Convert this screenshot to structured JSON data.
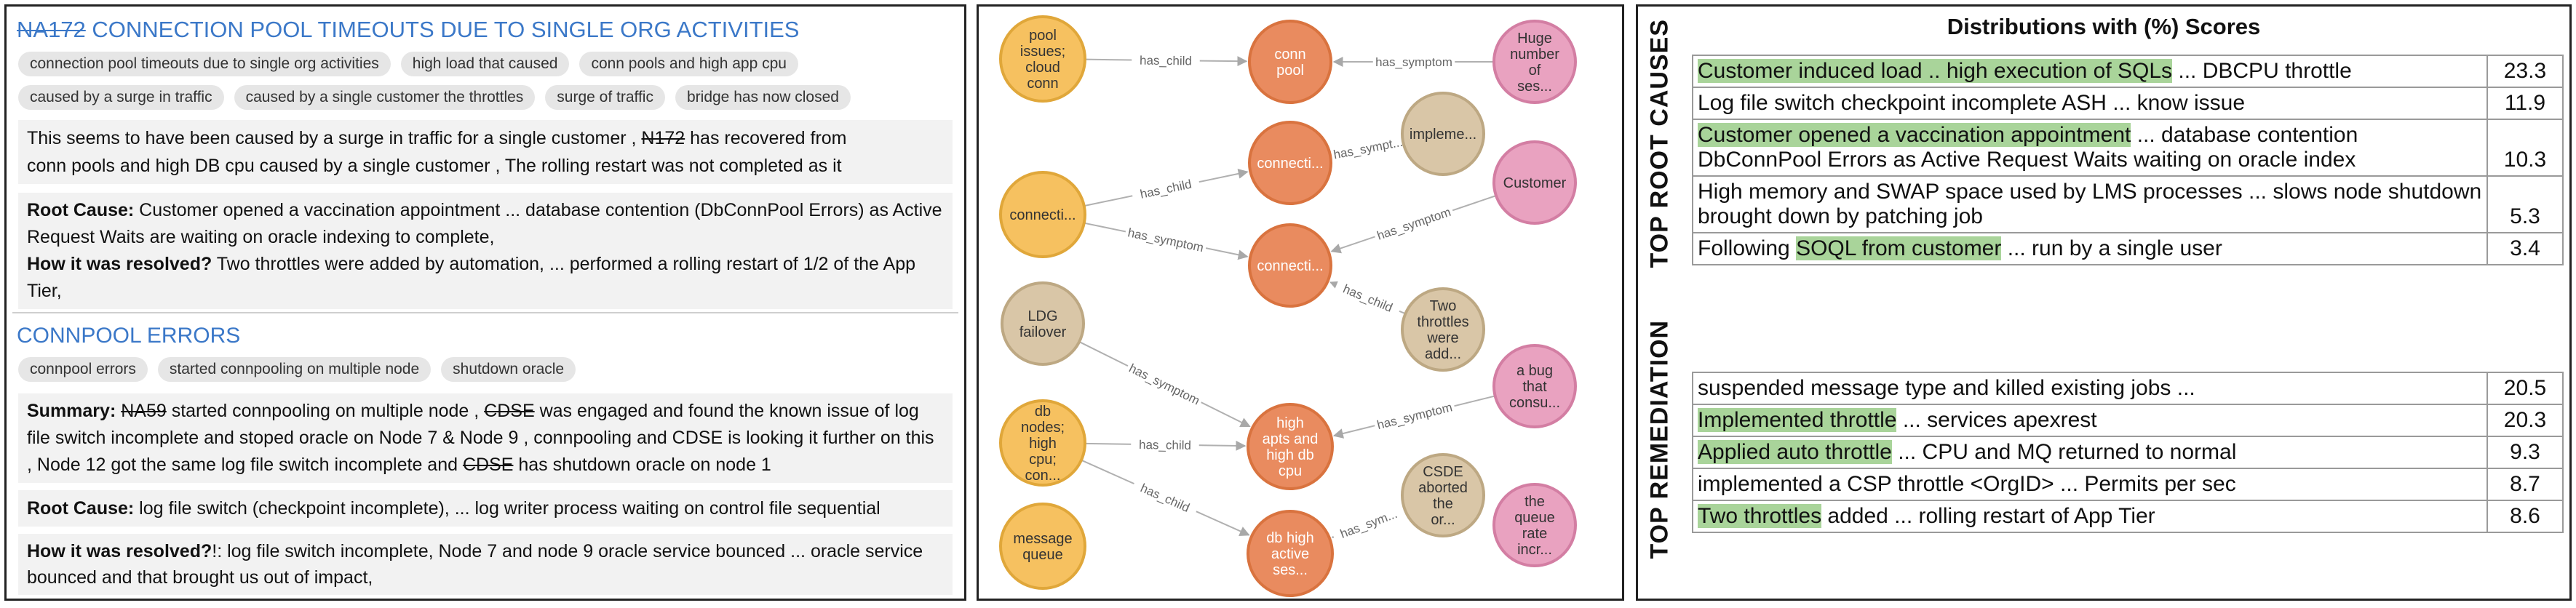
{
  "incident1": {
    "title_id": "NA172",
    "title_text": " CONNECTION POOL TIMEOUTS DUE TO SINGLE ORG ACTIVITIES",
    "tags": [
      "connection pool timeouts due to single org activities",
      "high load that caused",
      "conn pools and high app cpu",
      "caused by a surge in traffic",
      "caused by a single customer the throttles",
      "surge of traffic",
      "bridge has now closed"
    ],
    "summary_a": "This seems to have been caused by a surge in traffic for a single customer , ",
    "summary_id": "N172",
    "summary_b": " has recovered from",
    "summary_line2": "conn pools and high DB cpu caused by a single customer , The rolling restart was not completed as it",
    "root_cause_label": "Root Cause:",
    "root_cause_text": " Customer opened a vaccination appointment ... database contention (DbConnPool Errors) as Active Request Waits are waiting on oracle indexing to complete,",
    "resolved_label": "How it was resolved?",
    "resolved_text": " Two throttles were added by automation, ... performed a rolling restart of 1/2 of the App Tier,"
  },
  "incident2": {
    "title": "CONNPOOL ERRORS",
    "tags": [
      "connpool errors",
      "started connpooling on multiple node",
      "shutdown oracle"
    ],
    "summary_label": "Summary:",
    "summary_id": "NA59",
    "summary_a": " started connpooling on multiple node , ",
    "summary_redact1": "CDSE",
    "summary_b": " was engaged and found the known issue of log file switch incomplete and stoped oracle on Node 7 & Node 9 , connpooling and CDSE is looking it further on this , Node 12 got the same log file switch incomplete and ",
    "summary_redact2": "CDSE",
    "summary_c": " has shutdown oracle on node 1",
    "root_cause_label": "Root Cause:",
    "root_cause_text": " log file switch (checkpoint incomplete), ... log writer process waiting on control file sequential",
    "resolved_label": "How it was resolved?",
    "resolved_text": "!: log file switch incomplete, Node 7 and node 9 oracle service bounced ... oracle service bounced and that brought us out of impact,"
  },
  "graph": {
    "nodes": [
      {
        "label": "pool issues; cloud conn"
      },
      {
        "label": "conn pool"
      },
      {
        "label": "Huge number of ses..."
      },
      {
        "label": "connecti..."
      },
      {
        "label": "impleme..."
      },
      {
        "label": "connecti..."
      },
      {
        "label": "Customer"
      },
      {
        "label": "connecti..."
      },
      {
        "label": "LDG failover"
      },
      {
        "label": "Two throttles were add..."
      },
      {
        "label": "a bug that consu..."
      },
      {
        "label": "db nodes; high cpu; con..."
      },
      {
        "label": "high apts and high db cpu"
      },
      {
        "label": "CSDE aborted the or..."
      },
      {
        "label": "the queue rate incr..."
      },
      {
        "label": "message queue"
      },
      {
        "label": "db high active ses..."
      }
    ],
    "edges": [
      {
        "label": "has_child"
      },
      {
        "label": "has_symptom"
      },
      {
        "label": "has_sympt..."
      },
      {
        "label": "has_child"
      },
      {
        "label": "has_symptom"
      },
      {
        "label": "has_child"
      },
      {
        "label": "has_symptom"
      },
      {
        "label": "has_symptom"
      },
      {
        "label": "has_child"
      },
      {
        "label": "has_symptom"
      },
      {
        "label": "has_child"
      },
      {
        "label": "has_sym..."
      }
    ]
  },
  "distributions": {
    "title": "Distributions with (%) Scores",
    "root_causes_label": "TOP ROOT CAUSES",
    "remediation_label": "TOP REMEDIATION",
    "root_causes": [
      {
        "hl": "Customer induced load .. high execution of SQLs",
        "rest": " ... DBCPU throttle",
        "score": "23.3"
      },
      {
        "hl": "",
        "rest": "Log file switch checkpoint incomplete ASH ... know issue",
        "score": "11.9"
      },
      {
        "hl": "Customer opened a vaccination appointment",
        "rest": " ... database contention DbConnPool Errors as Active Request Waits waiting on oracle index",
        "score": "10.3"
      },
      {
        "hl": "",
        "rest": "High memory and SWAP space used by LMS processes ... slows node shutdown brought down by patching job",
        "score": "5.3"
      },
      {
        "pre": "Following ",
        "hl": "SOQL from customer",
        "rest": " ... run by a single user",
        "score": "3.4"
      }
    ],
    "remediations": [
      {
        "hl": "",
        "rest": "suspended message type and killed existing jobs ...",
        "score": "20.5"
      },
      {
        "hl": "Implemented throttle",
        "rest": " ... services apexrest",
        "score": "20.3"
      },
      {
        "hl": "Applied auto throttle",
        "rest": " ... CPU and MQ  returned to normal",
        "score": "9.3"
      },
      {
        "hl": "",
        "rest": "implemented a CSP throttle <OrgID>  ... Permits per sec",
        "score": "8.7"
      },
      {
        "hl": "Two throttles",
        "rest": " added ... rolling restart of App Tier",
        "score": "8.6"
      }
    ]
  },
  "colors": {
    "orange": "#e98b5f",
    "yellow": "#f6c160",
    "tan": "#d9c6a7",
    "pink": "#e9a2c0",
    "highlight": "#a9d49a",
    "link": "#3b78c8"
  }
}
